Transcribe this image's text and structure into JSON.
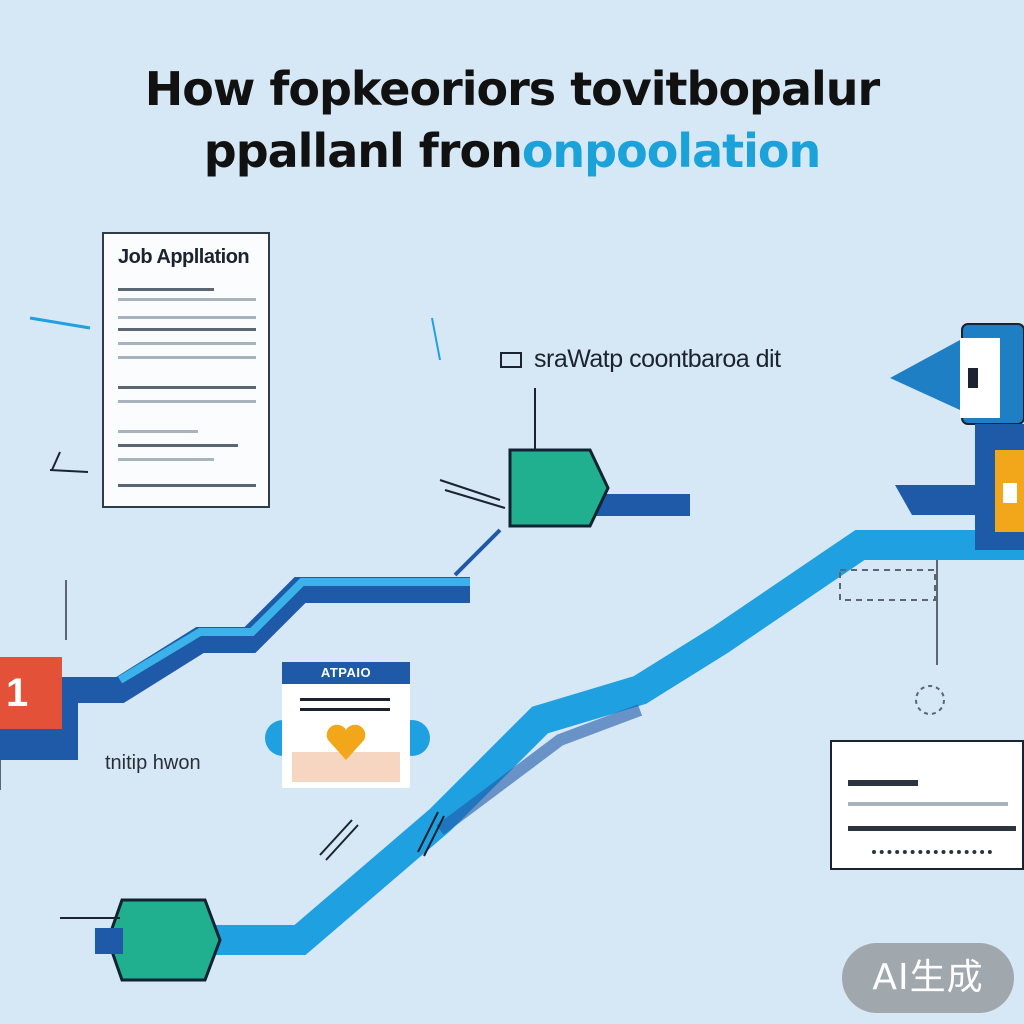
{
  "header": {
    "title_line1": "How fopkeoriors tovitbopalur",
    "title_line2_main": "ppallanl fron",
    "title_line2_accent": "onpoolation"
  },
  "document": {
    "title": "Job Appllation"
  },
  "steps": {
    "wait_label": "sraWatp coontbaroa dit",
    "number": "1",
    "offer_banner": "ATPAIO",
    "footnote": "tnitip hwon"
  },
  "badge": {
    "label": "AI生成"
  },
  "colors": {
    "background": "#d6e8f5",
    "path_dark": "#1f5aa8",
    "path_light": "#1fa0e0",
    "teal": "#20b08f",
    "red": "#e25138",
    "orange": "#f2a71b",
    "accent_text": "#1aa2d9"
  },
  "icons": [
    "document-icon",
    "step-marker-icon",
    "heart-icon",
    "tablet-icon",
    "wallet-icon",
    "signal-icon"
  ]
}
